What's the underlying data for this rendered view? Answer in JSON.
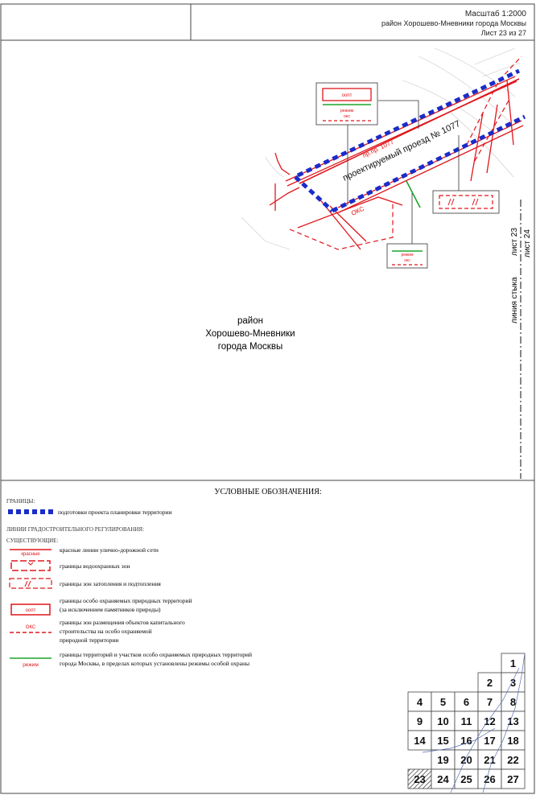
{
  "header": {
    "scale": "Масштаб 1:2000",
    "district": "район Хорошево-Мневники города Москвы",
    "sheet": "Лист 23 из 27"
  },
  "map": {
    "district_label": [
      "район",
      "Хорошево-Мневники",
      "города Москвы"
    ],
    "road_name": "проектируемый проезд № 1077",
    "road_code": "пр.пр. 1077",
    "oks_label": "ОКС",
    "callout_oopt": "оопт",
    "callout_rezhim": "режим",
    "callout_oks": "окс",
    "junction": {
      "sheet_23": "лист 23",
      "junction_line": "линия стыка",
      "sheet_24": "лист 24"
    }
  },
  "legend": {
    "title": "УСЛОВНЫЕ ОБОЗНАЧЕНИЯ:",
    "boundaries_heading": "ГРАНИЦЫ:",
    "planning_boundary": "подготовки проекта планировки территории",
    "regulation_heading": "ЛИНИИ ГРАДОСТРОИТЕЛЬНОГО РЕГУЛИРОВАНИЯ:",
    "existing_heading": "СУЩЕСТВУЮЩИЕ:",
    "items": [
      {
        "symbol": "красные",
        "lines": [
          "красные линии улично-дорожной сети"
        ]
      },
      {
        "symbol": "",
        "lines": [
          "границы водоохранных зон"
        ]
      },
      {
        "symbol": "",
        "lines": [
          "границы зон затопления и подтопления"
        ]
      },
      {
        "symbol": "оопт",
        "lines": [
          "границы особо охраняемых природных территорий",
          "(за исключением памятников природы)"
        ]
      },
      {
        "symbol": "ОКС",
        "lines": [
          "границы зон размещения объектов капитального",
          "строительства на особо охраняемой",
          "природной территории"
        ]
      },
      {
        "symbol": "режим",
        "lines": [
          "границы территорий и участков особо охраняемых природных территорий",
          "города Москвы, в пределах которых установлены режимы особой охраны"
        ]
      }
    ]
  },
  "sheet_index": {
    "active": "23",
    "rows": [
      [
        "",
        "",
        "",
        "",
        "1"
      ],
      [
        "",
        "",
        "",
        "2",
        "3"
      ],
      [
        "4",
        "5",
        "6",
        "7",
        "8"
      ],
      [
        "9",
        "10",
        "11",
        "12",
        "13"
      ],
      [
        "14",
        "15",
        "16",
        "17",
        "18"
      ],
      [
        "",
        "19",
        "20",
        "21",
        "22"
      ],
      [
        "23",
        "24",
        "25",
        "26",
        "27"
      ]
    ]
  },
  "colors": {
    "red": "#e0161b",
    "blue": "#1a2cc9",
    "green": "#1aa52b",
    "frame": "#444444"
  }
}
